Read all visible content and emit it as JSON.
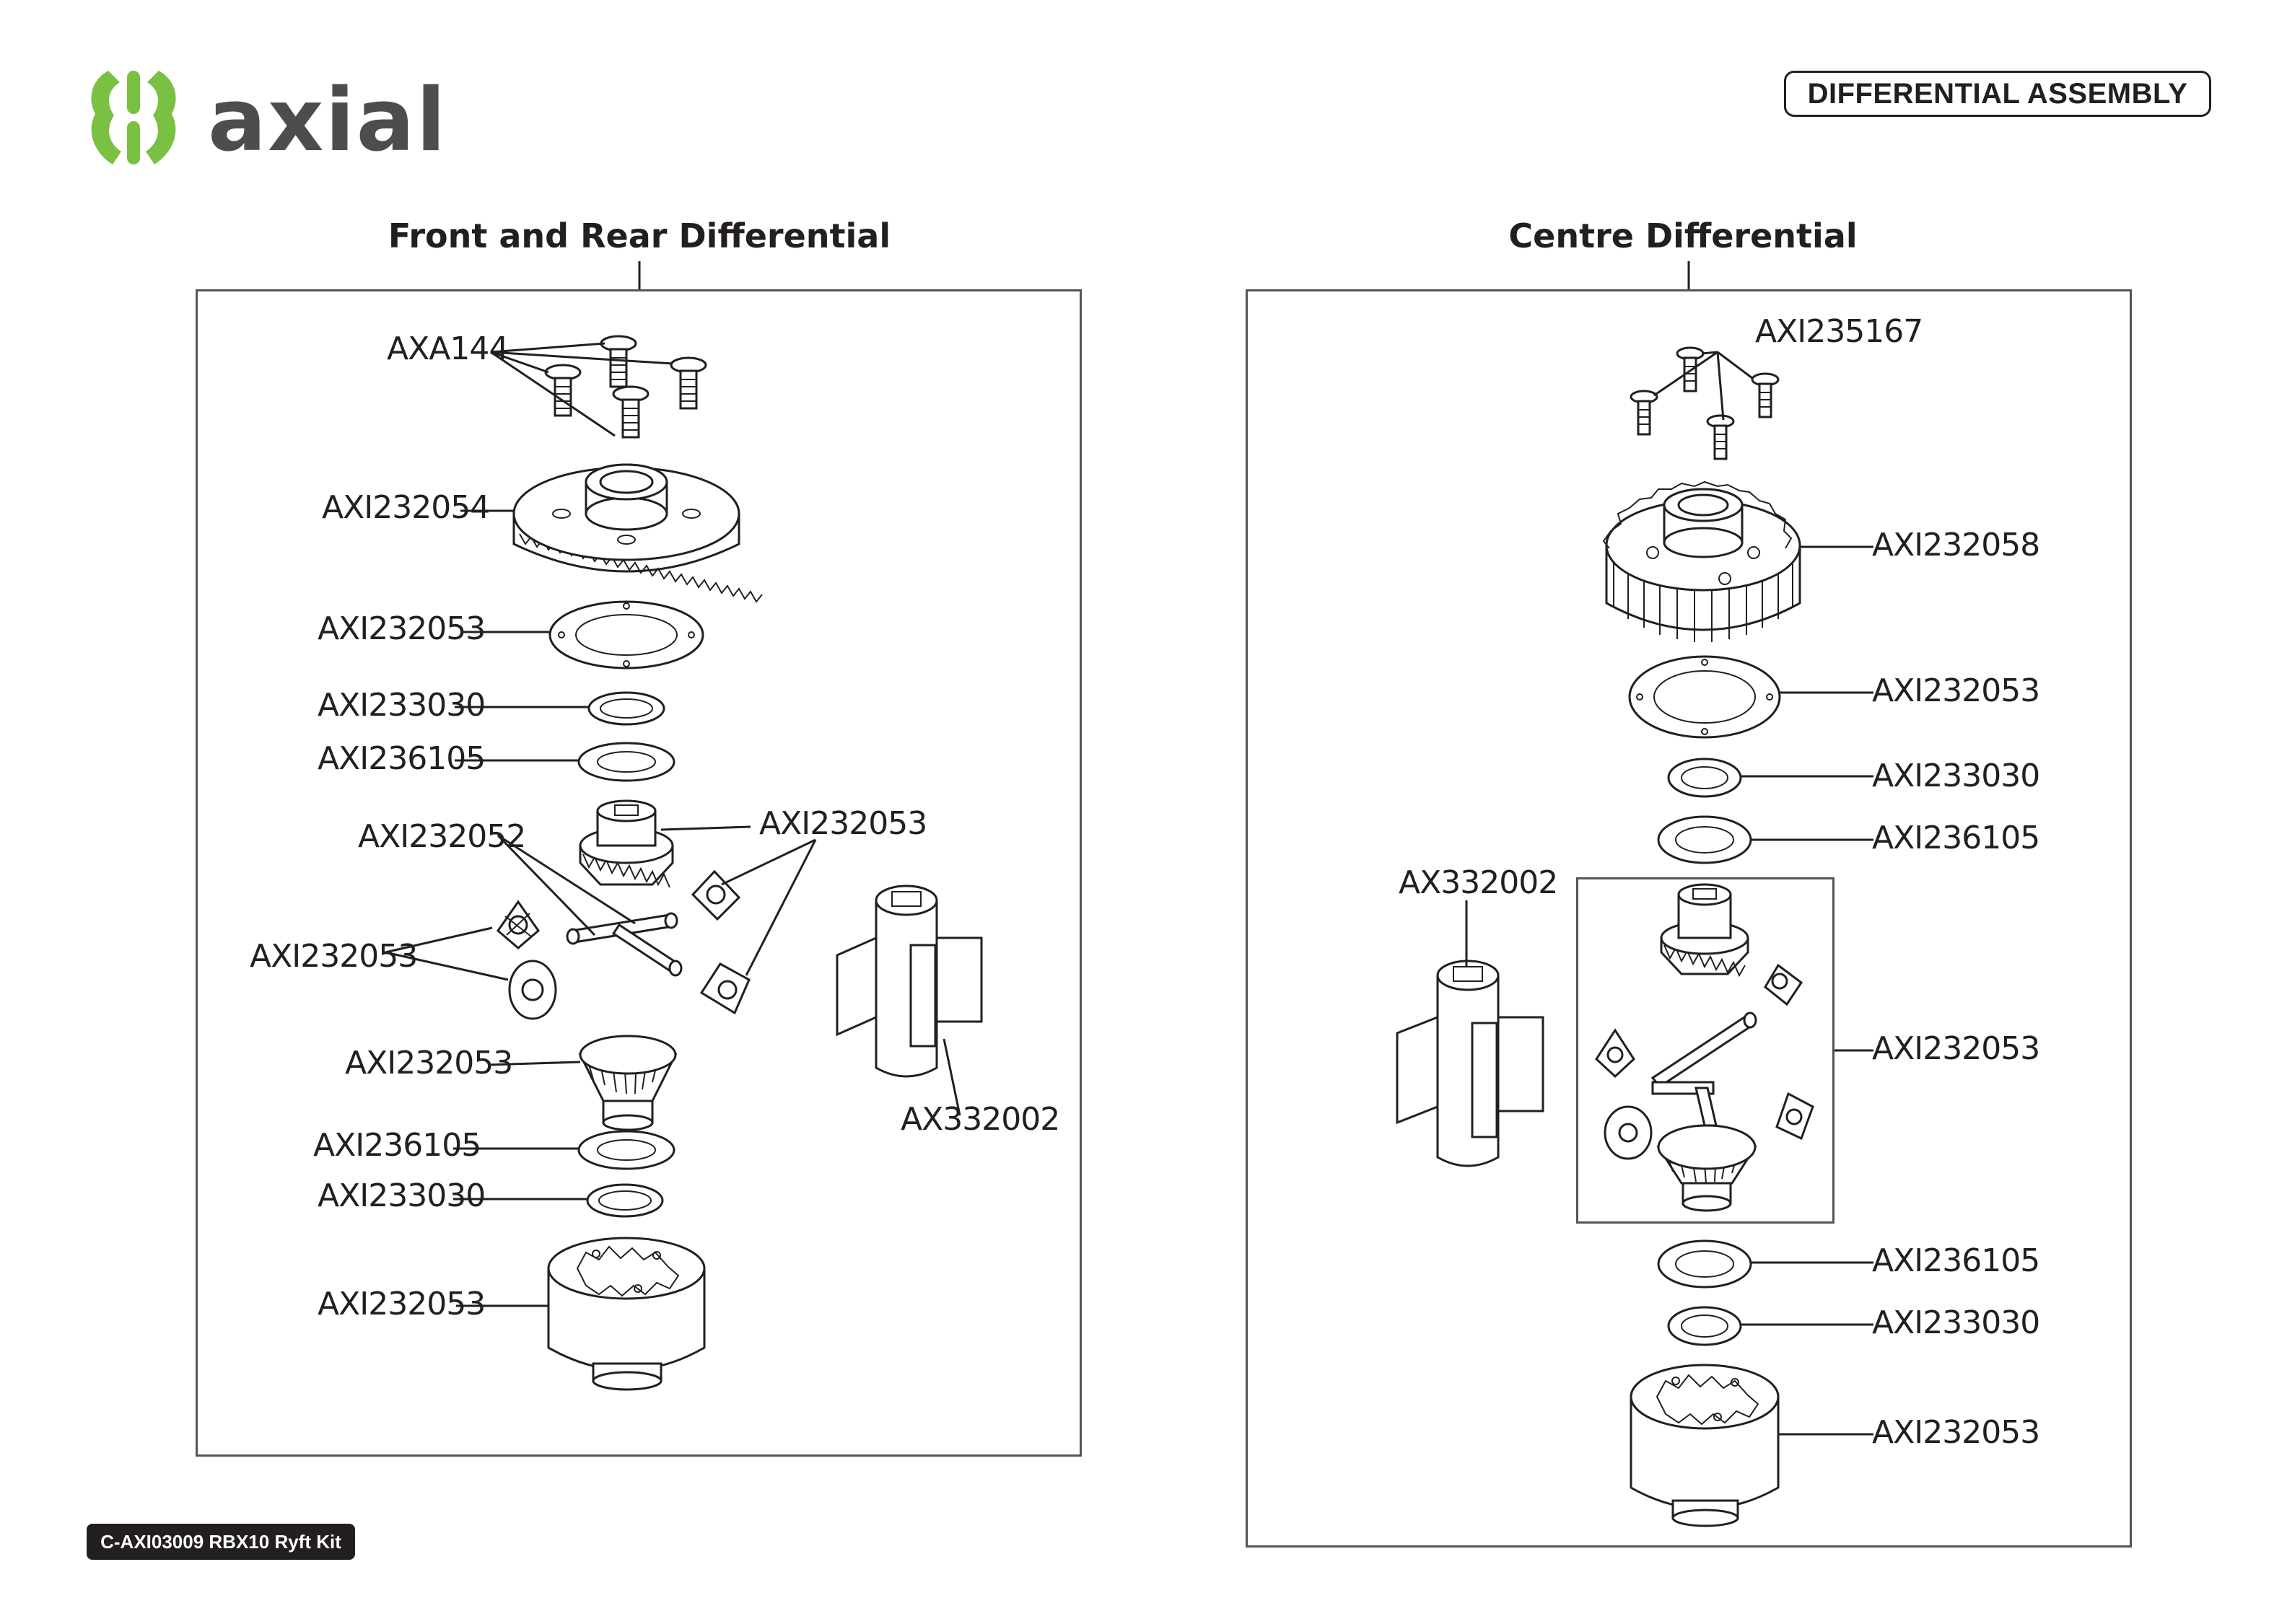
{
  "brand": {
    "wordmark": "axial",
    "colors": {
      "accent": "#7ac143",
      "dark": "#4d4d4f",
      "ink": "#231f20"
    }
  },
  "header": {
    "badge": "DIFFERENTIAL ASSEMBLY"
  },
  "sections": {
    "front_rear": {
      "title": "Front and Rear Differential",
      "labels": {
        "screws": "AXA144",
        "ring_gear": "AXI232054",
        "gasket": "AXI232053",
        "oring": "AXI233030",
        "shim": "AXI236105",
        "cross_pin": "AXI232052",
        "spider_right": "AXI232053",
        "spider_left": "AXI232053",
        "bottom_gear": "AXI232053",
        "shim_lower": "AXI236105",
        "oring_lower": "AXI233030",
        "case": "AXI232053",
        "spool": "AX332002"
      }
    },
    "centre": {
      "title": "Centre Differential",
      "labels": {
        "screws": "AXI235167",
        "spur_gear": "AXI232058",
        "gasket": "AXI232053",
        "oring": "AXI233030",
        "shim": "AXI236105",
        "spool": "AX332002",
        "gear_set": "AXI232053",
        "shim_lower": "AXI236105",
        "oring_lower": "AXI233030",
        "case": "AXI232053"
      }
    }
  },
  "footer": {
    "kit": "C-AXI03009 RBX10 Ryft Kit"
  }
}
